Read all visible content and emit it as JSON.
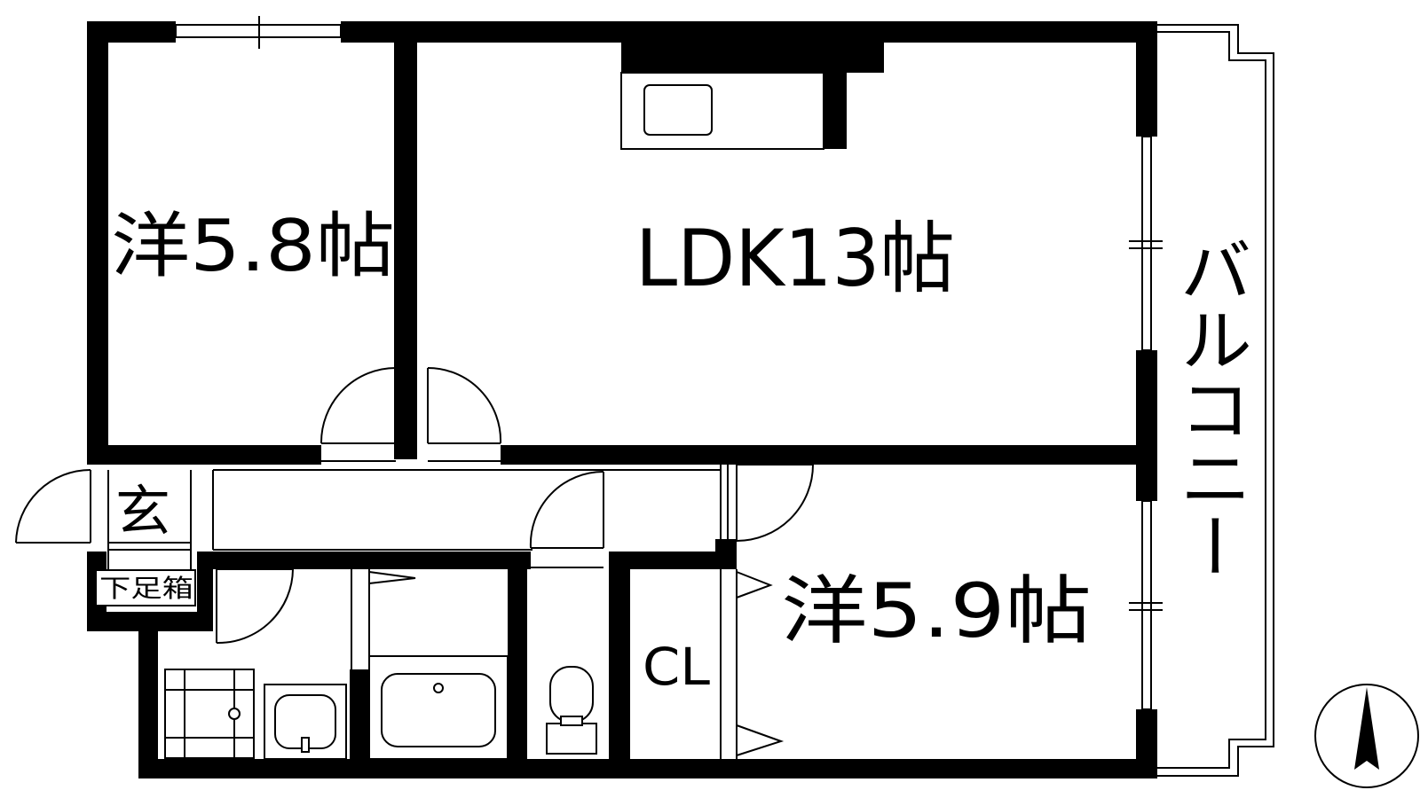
{
  "rooms": {
    "western_room_1": "洋5.8帖",
    "ldk": "LDK13帖",
    "western_room_2": "洋5.9帖",
    "entrance": "玄",
    "shoe_box": "下足箱",
    "closet": "CL",
    "balcony": "バルコニー"
  },
  "compass": {
    "direction": "north",
    "icon": "north-arrow-icon"
  },
  "colors": {
    "wall": "#000000",
    "background": "#ffffff"
  }
}
